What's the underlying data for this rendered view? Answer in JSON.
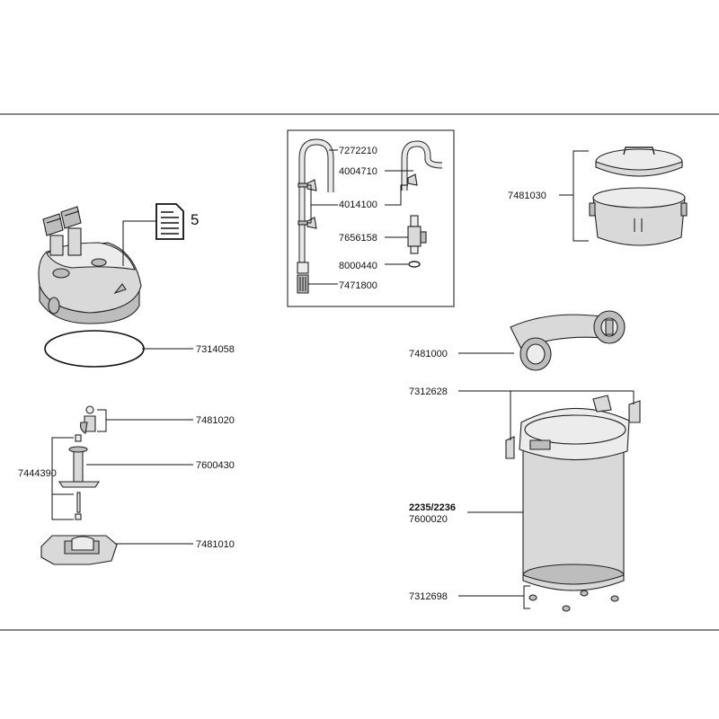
{
  "manual_ref": "5",
  "parts": {
    "p7272210": "7272210",
    "p4004710": "4004710",
    "p4014100": "4014100",
    "p7656158": "7656158",
    "p8000440": "8000440",
    "p7471800": "7471800",
    "p7481030": "7481030",
    "p7314058": "7314058",
    "p7481000": "7481000",
    "p7481020": "7481020",
    "p7444390": "7444390",
    "p7600430": "7600430",
    "p7481010": "7481010",
    "p7312628": "7312628",
    "p2235_2236": "2235/2236",
    "p7600020": "7600020",
    "p7312698": "7312698"
  }
}
